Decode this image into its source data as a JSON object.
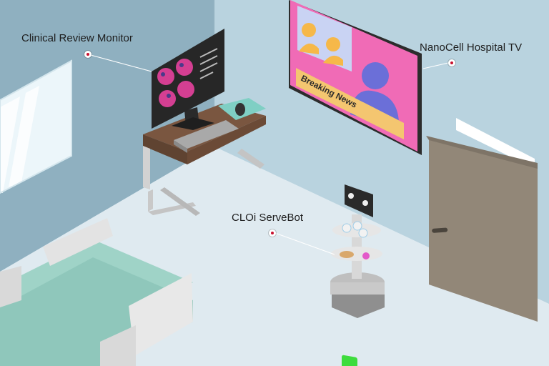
{
  "hotspots": [
    {
      "id": "monitor",
      "label": "Clinical Review Monitor"
    },
    {
      "id": "tv",
      "label": "NanoCell Hospital TV"
    },
    {
      "id": "bot",
      "label": "CLOi ServeBot"
    }
  ],
  "tv_screen": {
    "banner_text": "Breaking News"
  },
  "colors": {
    "wall_left": "#8fb0c0",
    "wall_back": "#b9d3df",
    "floor": "#dfeaf0",
    "tv_screen": "#f06bb6",
    "banner": "#f4c670",
    "bed_sheet": "#9fd3c7",
    "hotspot_dot": "#c8102e",
    "bot_display": "#3ddc3d",
    "door": "#928778"
  }
}
